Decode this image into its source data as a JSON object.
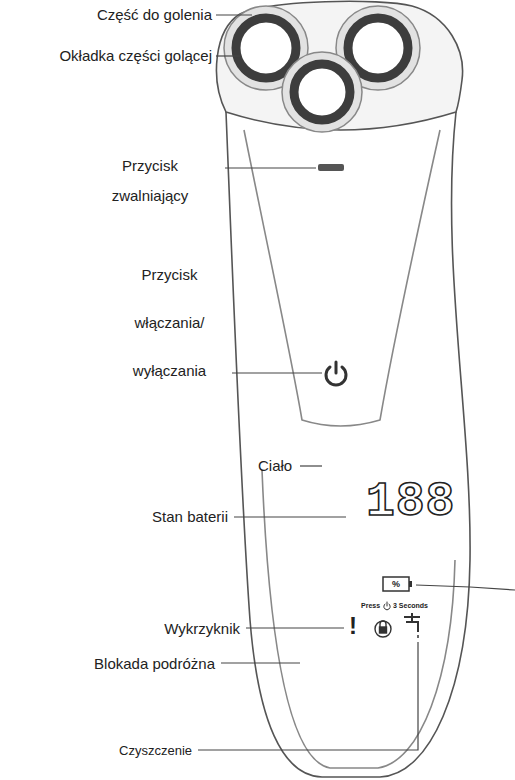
{
  "diagram": {
    "labels": [
      "Część do golenia",
      "Okładka części golącej",
      "Przycisk zwalniający",
      "Przycisk włączania/ wyłączania",
      "Ciało",
      "Stan baterii",
      "188",
      "%",
      "Press",
      "3 Seconds",
      "Wykrzyknik",
      "!",
      "Blokada podróżna",
      "Czyszczenie"
    ]
  }
}
